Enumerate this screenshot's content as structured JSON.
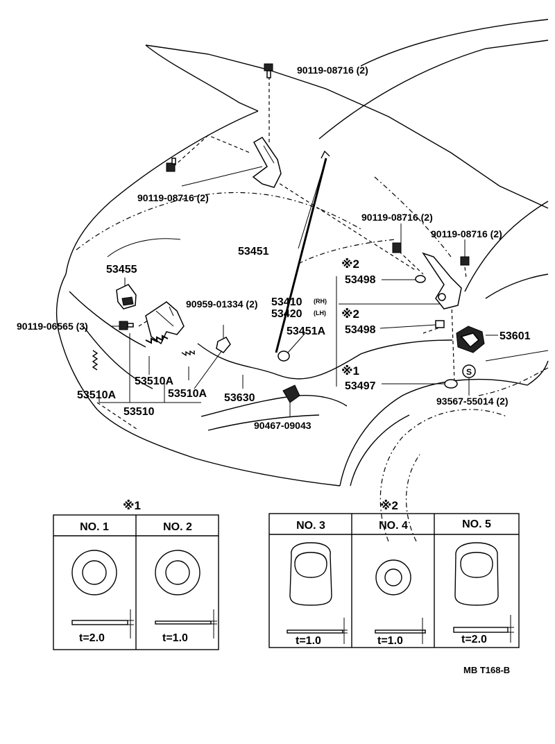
{
  "diagram_code": "MB  T168-B",
  "callouts": {
    "bolt_top": "90119-08716 (2)",
    "bolt_left": "90119-08716 (2)",
    "bolt_right_a": "90119-08716 (2)",
    "bolt_right_b": "90119-08716 (2)",
    "support_rod": "53451",
    "hinge_rh_num": "53410",
    "hinge_rh_tag": "(RH)",
    "hinge_lh_num": "53420",
    "hinge_lh_tag": "(LH)",
    "clip": "53451A",
    "cushion": "53455",
    "screw_left": "90119-06565 (3)",
    "clip_90959": "90959-01334 (2)",
    "lock_a1": "53510A",
    "lock_a2": "53510A",
    "lock_a3": "53510A",
    "lock": "53510",
    "cable": "53630",
    "clamp": "90467-09043",
    "ref2_a": "※2",
    "shim_53498_a": "53498",
    "ref2_b": "※2",
    "shim_53498_b": "53498",
    "ref1": "※1",
    "shim_53497": "53497",
    "latch": "53601",
    "nut": "93567-55014 (2)",
    "nut_symbol": "S"
  },
  "legend1": {
    "mark": "※1",
    "columns": [
      {
        "no": "NO. 1",
        "thickness": "t=2.0"
      },
      {
        "no": "NO. 2",
        "thickness": "t=1.0"
      }
    ]
  },
  "legend2": {
    "mark": "※2",
    "columns": [
      {
        "no": "NO. 3",
        "thickness": "t=1.0"
      },
      {
        "no": "NO. 4",
        "thickness": "t=1.0"
      },
      {
        "no": "NO. 5",
        "thickness": "t=2.0"
      }
    ]
  }
}
